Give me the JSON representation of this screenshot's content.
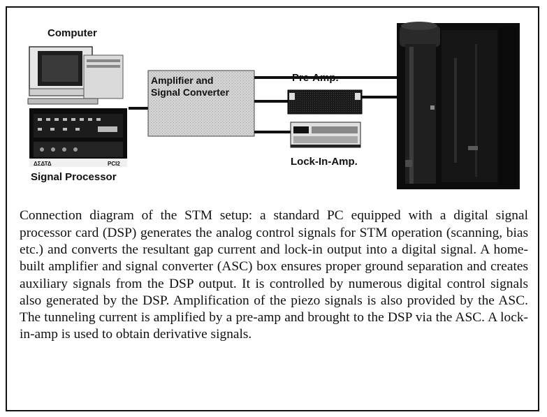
{
  "labels": {
    "computer": "Computer",
    "signal_processor": "Signal Processor",
    "amplifier_line1": "Amplifier and",
    "amplifier_line2": "Signal Converter",
    "pre_amp": "Pre-Amp.",
    "lock_in_amp": "Lock-In-Amp.",
    "dsp_small_left": "ΔΣΔΤΔ",
    "dsp_small_right": "PCI2"
  },
  "caption": "Connection diagram of the STM setup: a standard PC equipped with a digital signal processor card (DSP) generates the analog control signals for STM operation (scanning, bias etc.) and converts the resultant gap current and lock-in output into a digital signal. A home-built amplifier and signal converter (ASC) box ensures proper ground separation and creates auxiliary signals from the DSP output. It is controlled by numerous digital control signals also generated by the DSP. Amplification of the piezo signals is also provided by the ASC. The tunneling current is amplified by a pre-amp and brought to the DSP via the ASC. A lock-in-amp is used to obtain derivative signals."
}
